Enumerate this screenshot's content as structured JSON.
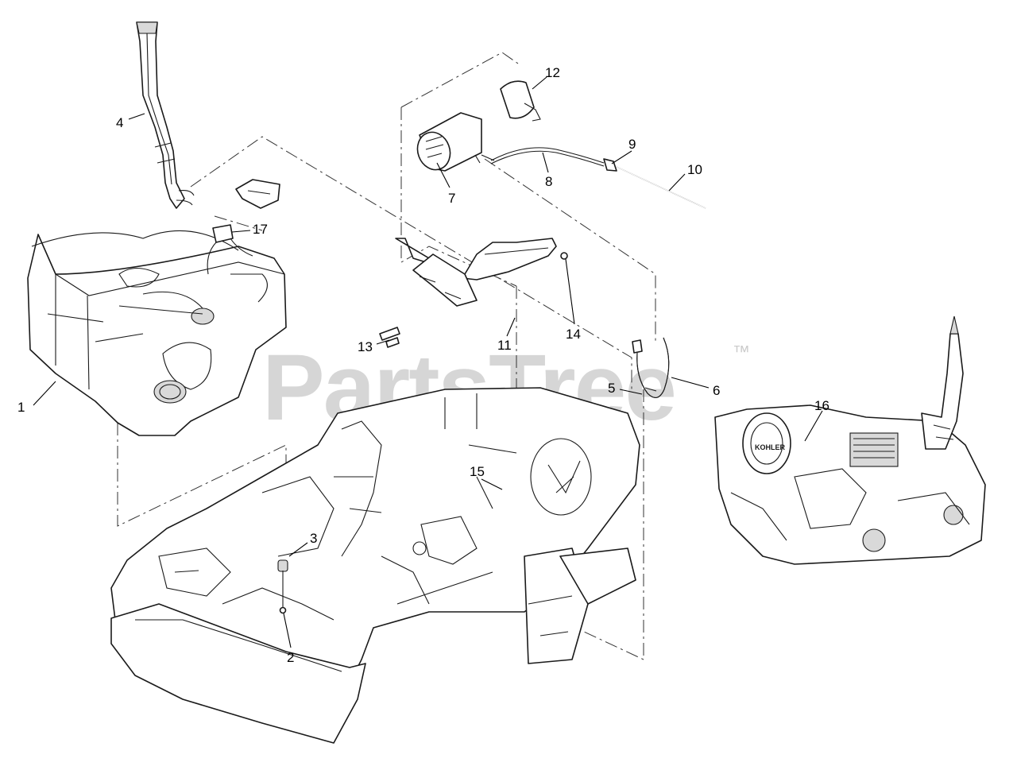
{
  "watermark": {
    "text": "PartsTree",
    "mark": "™"
  },
  "engine_brand": "KOHLER",
  "callouts": [
    {
      "id": "1",
      "label": "1"
    },
    {
      "id": "2",
      "label": "2"
    },
    {
      "id": "3",
      "label": "3"
    },
    {
      "id": "4",
      "label": "4"
    },
    {
      "id": "5",
      "label": "5"
    },
    {
      "id": "6",
      "label": "6"
    },
    {
      "id": "7",
      "label": "7"
    },
    {
      "id": "8",
      "label": "8"
    },
    {
      "id": "9",
      "label": "9"
    },
    {
      "id": "10",
      "label": "10"
    },
    {
      "id": "11",
      "label": "11"
    },
    {
      "id": "12",
      "label": "12"
    },
    {
      "id": "13",
      "label": "13"
    },
    {
      "id": "14",
      "label": "14"
    },
    {
      "id": "15",
      "label": "15"
    },
    {
      "id": "16",
      "label": "16"
    },
    {
      "id": "17",
      "label": "17"
    }
  ]
}
